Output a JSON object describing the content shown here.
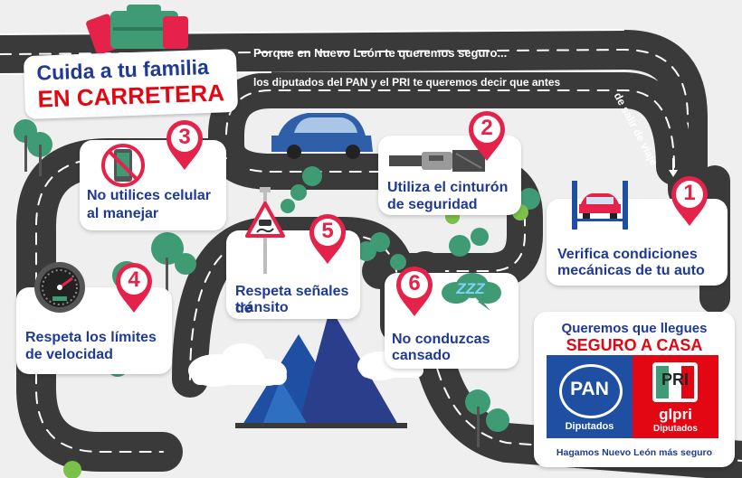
{
  "title": {
    "line1": "Cuida a tu familia",
    "line2": "EN CARRETERA"
  },
  "banner": {
    "line1": "Porque en Nuevo León te queremos seguro...",
    "line2": "los diputados del PAN y el PRI te queremos decir que antes",
    "line2_curve": "de salir de viaje"
  },
  "tips": [
    {
      "number": "1",
      "text_line1": "Verifica condiciones",
      "text_line2": "mecánicas de tu auto",
      "icon": "car-lift-icon"
    },
    {
      "number": "2",
      "text_line1": "Utiliza el cinturón",
      "text_line2": "de seguridad",
      "icon": "seatbelt-icon"
    },
    {
      "number": "3",
      "text_line1": "No utilices celular",
      "text_line2": "al manejar",
      "icon": "no-phone-icon"
    },
    {
      "number": "4",
      "text_line1": "Respeta los límites",
      "text_line2": "de velocidad",
      "icon": "speedometer-icon"
    },
    {
      "number": "5",
      "text_line1": "Respeta señales de",
      "text_line2": "tránsito",
      "icon": "road-sign-icon"
    },
    {
      "number": "6",
      "text_line1": "No conduzcas",
      "text_line2": "cansado",
      "icon": "sleep-zzz-icon",
      "icon_text": "ZZZ"
    }
  ],
  "closing": {
    "line1": "Queremos que llegues",
    "line2": "SEGURO A CASA",
    "footer": "Hagamos Nuevo León más seguro"
  },
  "logos": {
    "pan": {
      "mark": "PAN",
      "caption": "Diputados"
    },
    "pri": {
      "mark": "PRI",
      "handle": "glpri",
      "caption": "Diputados"
    }
  },
  "colors": {
    "brand_blue": "#1f3a93",
    "brand_red": "#e30613",
    "pin_red": "#e5224a",
    "road": "#3c3c3c",
    "tree_green": "#3f9b74"
  }
}
